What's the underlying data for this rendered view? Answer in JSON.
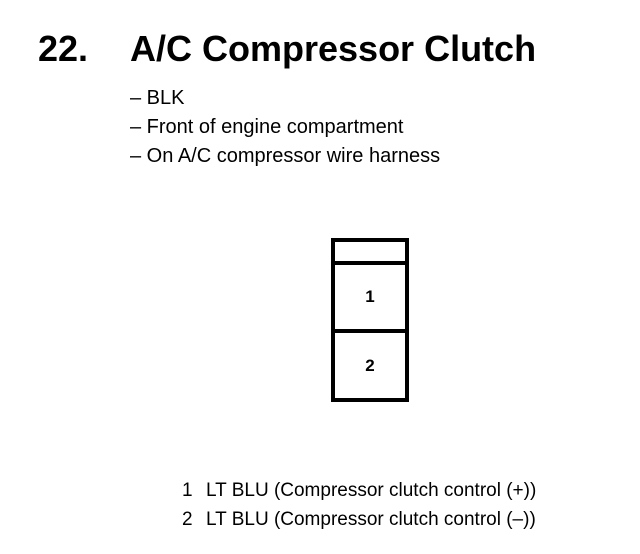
{
  "section": {
    "number": "22.",
    "title": "A/C Compressor Clutch"
  },
  "notes": [
    "– BLK",
    "– Front of engine compartment",
    "– On A/C compressor wire harness"
  ],
  "connector": {
    "pins": [
      "1",
      "2"
    ]
  },
  "legend": [
    {
      "pin": "1",
      "text": "LT BLU (Compressor clutch control (+))"
    },
    {
      "pin": "2",
      "text": "LT BLU (Compressor clutch control (–))"
    }
  ]
}
